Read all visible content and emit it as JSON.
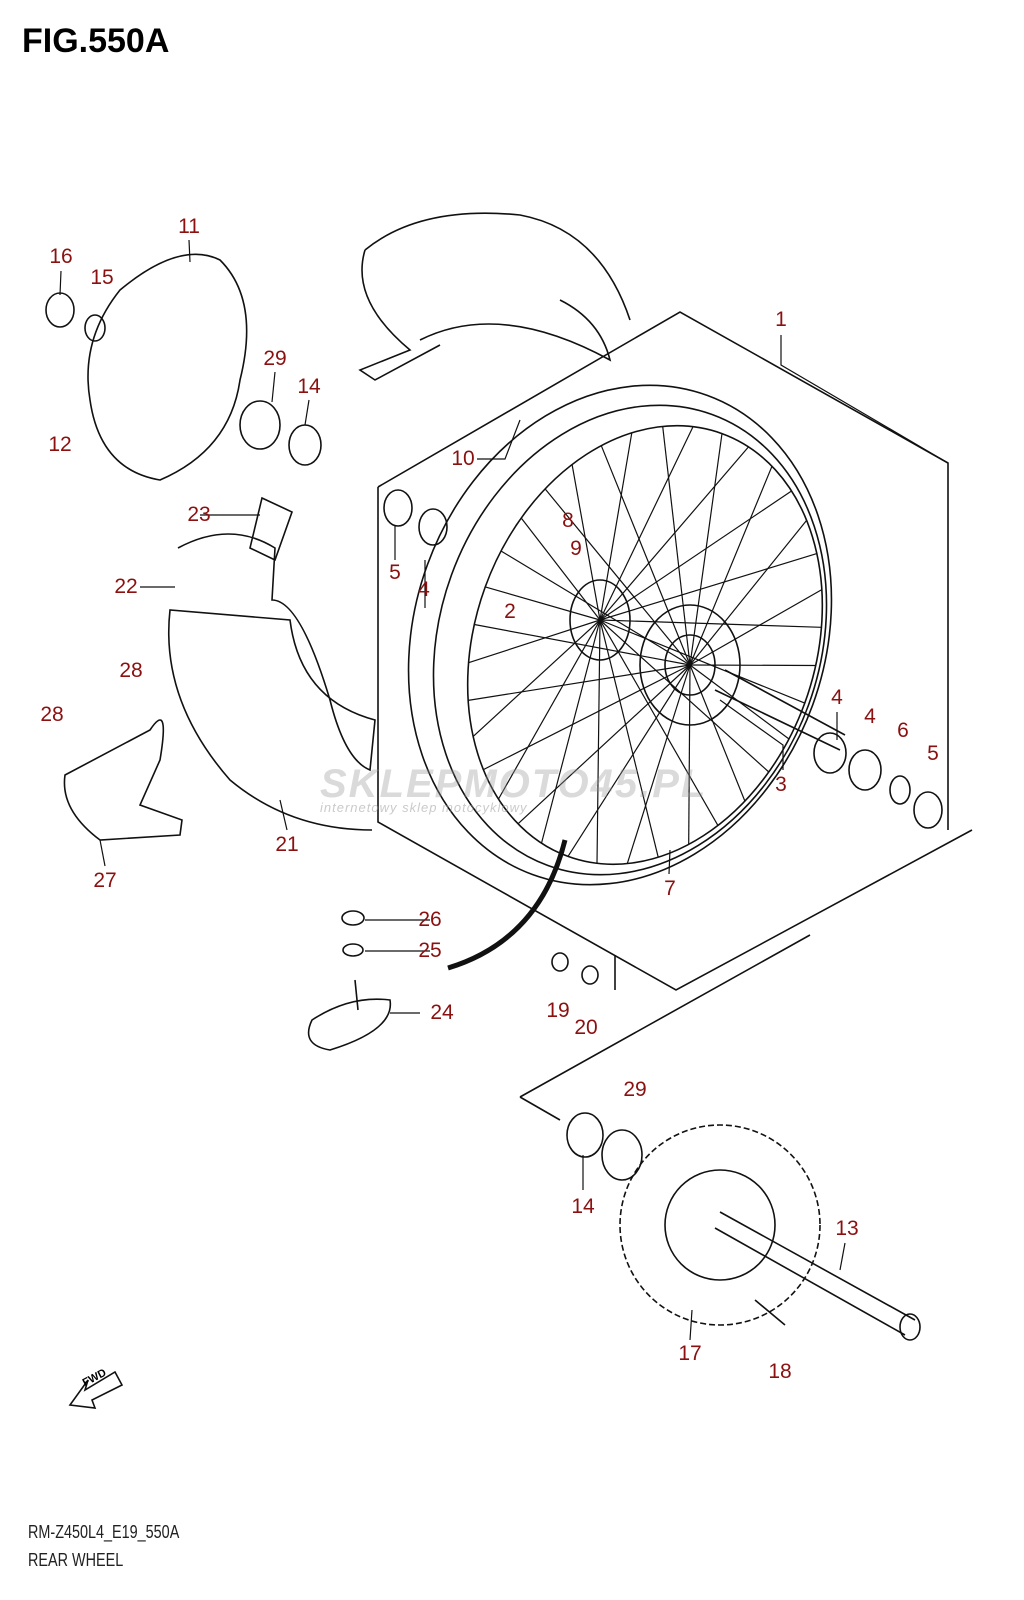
{
  "figure": {
    "title": "FIG.550A",
    "model_code": "RM-Z450L4_E19_550A",
    "subtitle": "REAR WHEEL",
    "direction_marker": "FWD",
    "watermark": "SKLEPMOTO45.PL",
    "watermark_tagline": "internetowy sklep motocyklowy",
    "callout_color": "#8b1010"
  },
  "callouts": [
    "1",
    "2",
    "3",
    "4",
    "4",
    "4",
    "5",
    "5",
    "6",
    "7",
    "8",
    "9",
    "10",
    "11",
    "12",
    "13",
    "14",
    "14",
    "15",
    "16",
    "17",
    "18",
    "19",
    "20",
    "21",
    "22",
    "23",
    "24",
    "25",
    "26",
    "27",
    "28",
    "28",
    "29",
    "29"
  ]
}
